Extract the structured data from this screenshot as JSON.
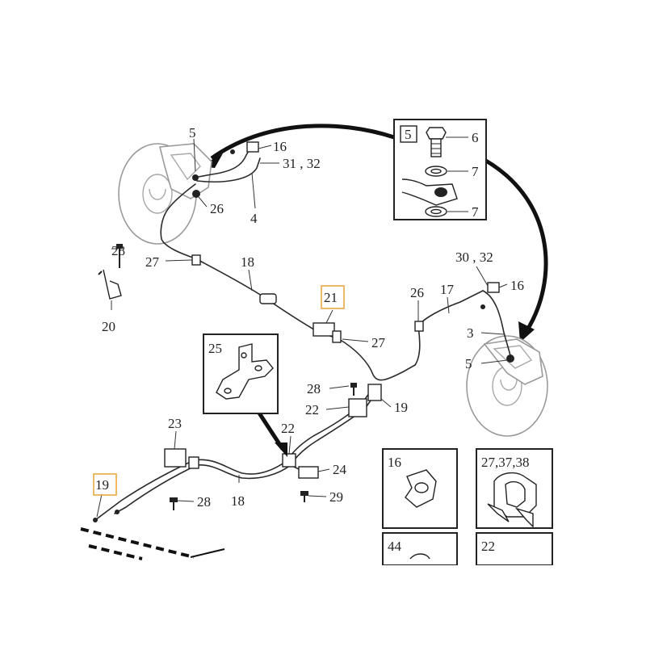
{
  "callouts": {
    "c5_top": "5",
    "c16_top": "16",
    "c31_32": "31 , 32",
    "c26_top": "26",
    "c4": "4",
    "c28_left": "28",
    "c27_left": "27",
    "c18_top": "18",
    "c20": "20",
    "c21": "21",
    "c27_mid": "27",
    "c26_right": "26",
    "c17": "17",
    "c30_32": "30 , 32",
    "c16_right": "16",
    "c3": "3",
    "c5_right": "5",
    "c28_mid": "28",
    "c22_mid": "22",
    "c19_mid": "19",
    "c22_low": "22",
    "c23": "23",
    "c24": "24",
    "c18_low": "18",
    "c28_low": "28",
    "c29": "29",
    "c19_low": "19"
  },
  "insets": {
    "hardware": {
      "title": "5",
      "bolt": "6",
      "washer_top": "7",
      "washer_bottom": "7"
    },
    "bracket": {
      "title": "25"
    },
    "clip16": {
      "title": "16"
    },
    "clip27": {
      "title": "27,37,38"
    },
    "box44": {
      "title": "44"
    },
    "box22": {
      "title": "22"
    }
  },
  "colors": {
    "highlight": "#e9a940",
    "line": "#2a2a2a",
    "ghost": "#9a9a9a"
  }
}
